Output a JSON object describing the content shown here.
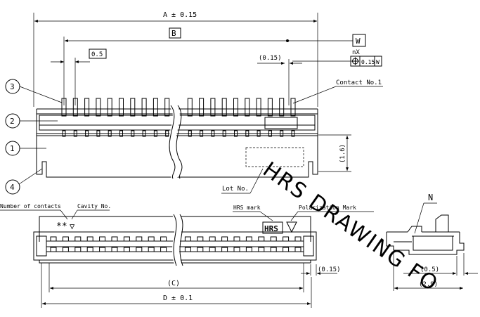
{
  "dims": {
    "a": "A ± 0.15",
    "b": "B",
    "pitch": "0.5",
    "w": "W",
    "nx": "nX",
    "pos_tol": "0.15",
    "datum": "W",
    "c015_top": "(0.15)",
    "h16": "(1.6)",
    "c": "(C)",
    "d": "D ± 0.1",
    "c015_bot": "(0.15)",
    "c05": "(0.5)",
    "c29": "(2.9)"
  },
  "callouts": {
    "items": [
      "3",
      "2",
      "1",
      "4"
    ],
    "contact_no1": "Contact No.1",
    "lot_no": "Lot No.",
    "number_of_contacts": "Number of contacts",
    "cavity_no": "Cavity No.",
    "hrs_mark": "HRS mark",
    "polarization_mark": "Polarization Mark",
    "section_n": "N"
  },
  "marks": {
    "stars": "**",
    "triangle": "▽",
    "logo": "HRS"
  },
  "watermark": "HRS DRAWING FO",
  "icons": {
    "position_tolerance": "position-icon"
  }
}
